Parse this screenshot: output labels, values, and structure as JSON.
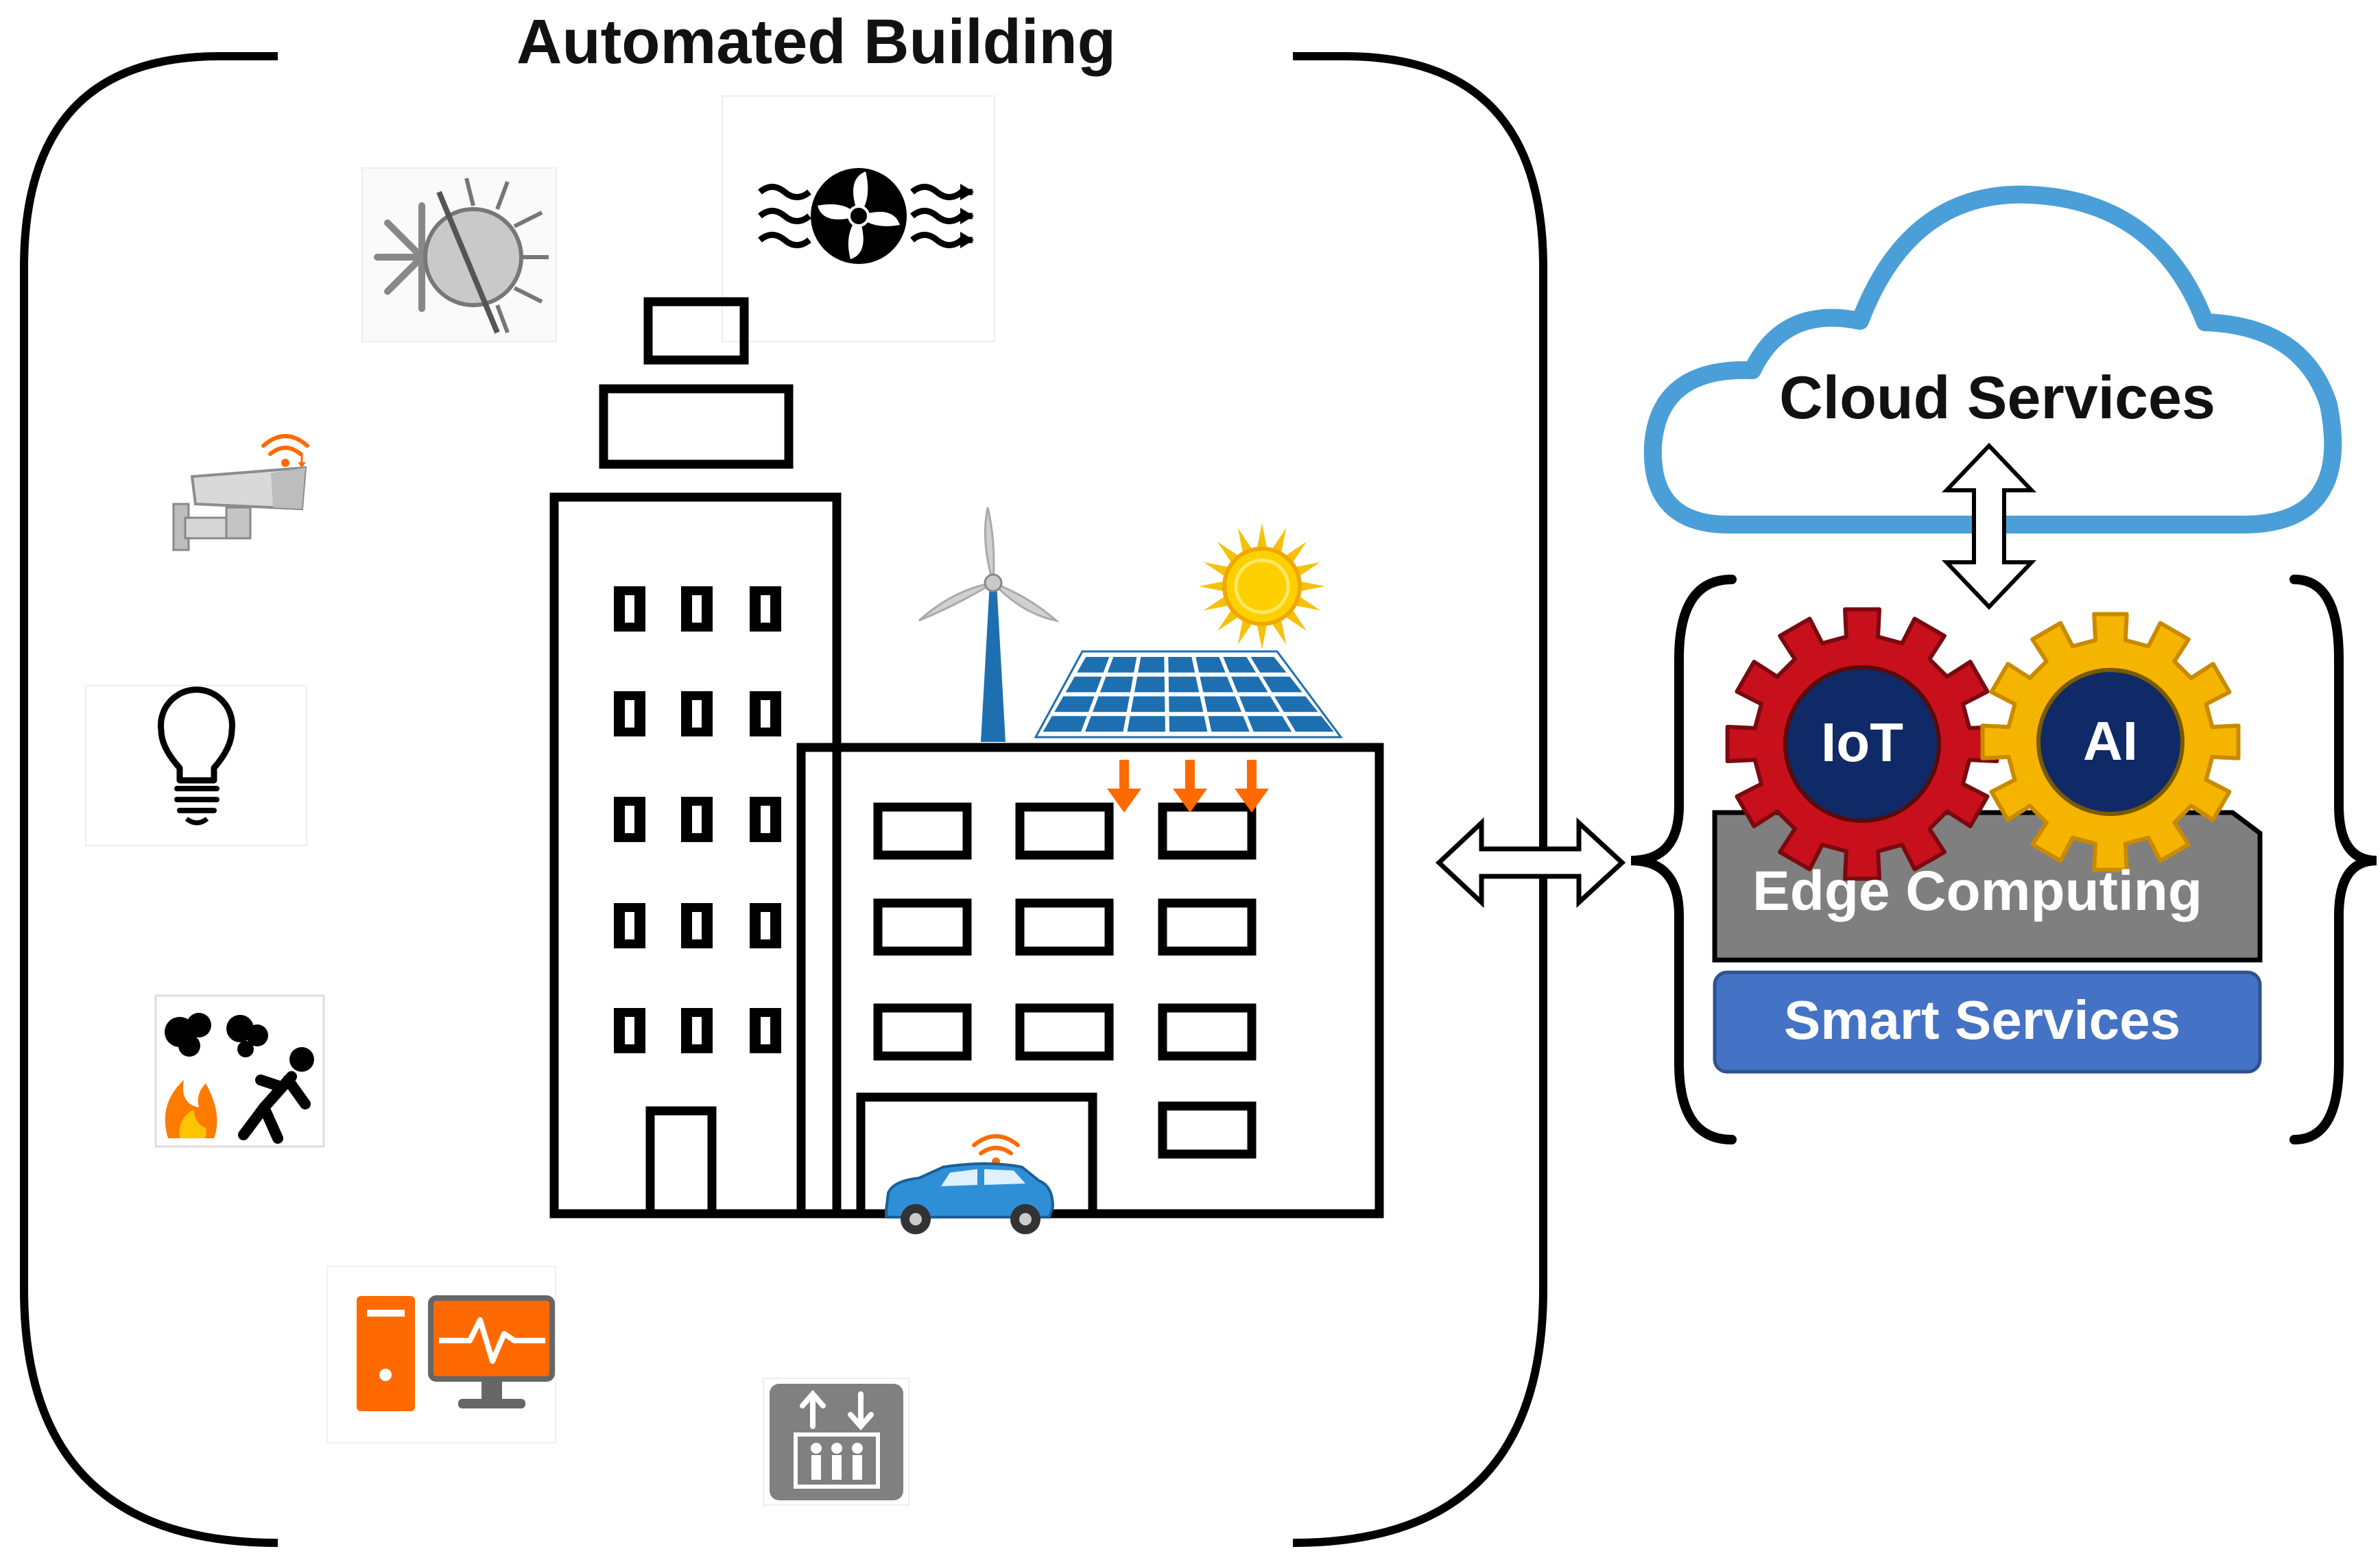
{
  "title": "Automated Building",
  "cloud": {
    "label": "Cloud Services"
  },
  "edge": {
    "iot_label": "IoT",
    "ai_label": "AI",
    "edge_label": "Edge Computing",
    "smart_label": "Smart Services"
  },
  "colors": {
    "cloud_stroke": "#4a9fd8",
    "iot_gear": "#c8101c",
    "ai_gear": "#f4b400",
    "gear_core": "#0f2a66",
    "edge_box": "#7f7f7f",
    "smart_box": "#4472c4",
    "accent_orange": "#ff6a00",
    "solar_blue": "#1e6fb0",
    "car_blue": "#2e8fd6"
  },
  "icons": [
    "heating-cooling-icon",
    "ventilation-fan-icon",
    "security-camera-icon",
    "lightbulb-icon",
    "fire-alarm-icon",
    "computer-monitoring-icon",
    "elevator-icon",
    "wind-turbine-icon",
    "solar-panel-icon",
    "sun-icon",
    "electric-car-icon",
    "bidirectional-arrow-icon"
  ]
}
